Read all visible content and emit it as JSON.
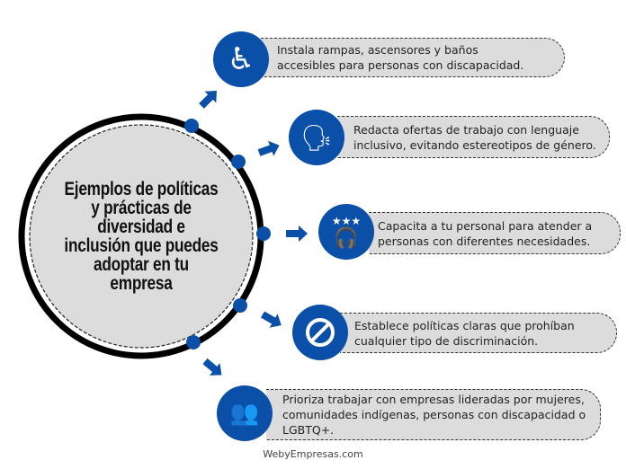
{
  "title": "Ejemplos de políticas y prácticas de diversidad e inclusión que puedes adoptar en tu empresa",
  "colors": {
    "accent": "#0a4fa8",
    "box": "#dcdcdc"
  },
  "items": [
    {
      "icon": "wheelchair-icon",
      "text": "Instala rampas, ascensores y baños accesibles para personas con discapacidad."
    },
    {
      "icon": "speaking-head-icon",
      "text": "Redacta ofertas de trabajo con lenguaje inclusivo, evitando estereotipos de género."
    },
    {
      "icon": "customer-service-stars-icon",
      "text": "Capacita a tu personal para atender a personas con diferentes necesidades."
    },
    {
      "icon": "prohibited-icon",
      "text": "Establece políticas  claras que prohíban cualquier tipo de discriminación."
    },
    {
      "icon": "group-icon",
      "text": "Prioriza trabajar con empresas lideradas por mujeres, comunidades indígenas, personas con discapacidad o LGBTQ+."
    }
  ],
  "footer": "WebyEmpresas.com"
}
